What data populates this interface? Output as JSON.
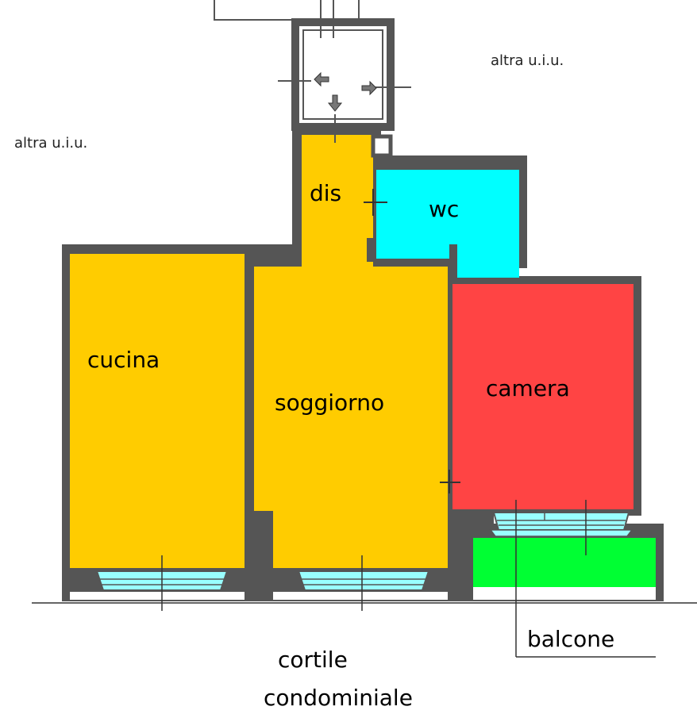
{
  "labels": {
    "neighbor_right": "altra u.i.u.",
    "neighbor_left": "altra u.i.u.",
    "corridor": "dis",
    "bathroom": "wc",
    "kitchen": "cucina",
    "living": "soggiorno",
    "bedroom": "camera",
    "balcony": "balcone",
    "courtyard_line1": "cortile",
    "courtyard_line2": "condominiale"
  },
  "colors": {
    "living_area": "#FFCC00",
    "bathroom": "#00FFFF",
    "bedroom": "#FF4444",
    "balcony": "#00FF33",
    "wall": "#555555",
    "window_glass": "#99FFFF"
  }
}
